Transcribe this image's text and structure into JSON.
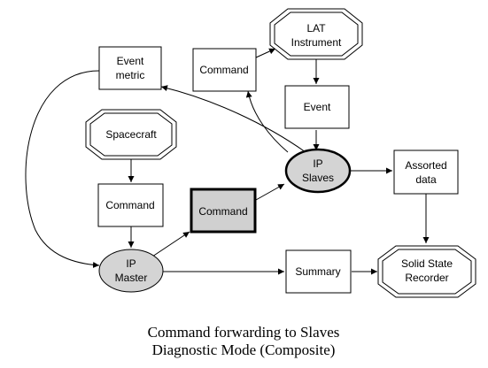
{
  "nodes": {
    "event_metric": [
      "Event",
      "metric"
    ],
    "command_top": [
      "Command"
    ],
    "lat_instrument": [
      "LAT",
      "Instrument"
    ],
    "event": [
      "Event"
    ],
    "spacecraft": [
      "Spacecraft"
    ],
    "command_left": [
      "Command"
    ],
    "command_highlight": [
      "Command"
    ],
    "ip_slaves": [
      "IP",
      "Slaves"
    ],
    "assorted_data": [
      "Assorted",
      "data"
    ],
    "ip_master": [
      "IP",
      "Master"
    ],
    "summary": [
      "Summary"
    ],
    "solid_state_recorder": [
      "Solid State",
      "Recorder"
    ]
  },
  "caption": {
    "line1": "Command forwarding to Slaves",
    "line2": "Diagnostic Mode (Composite)"
  },
  "colors": {
    "ellipse_fill": "#d4d4d4",
    "highlight_fill": "#d0d0d0",
    "stroke": "#000000",
    "background": "#ffffff"
  }
}
